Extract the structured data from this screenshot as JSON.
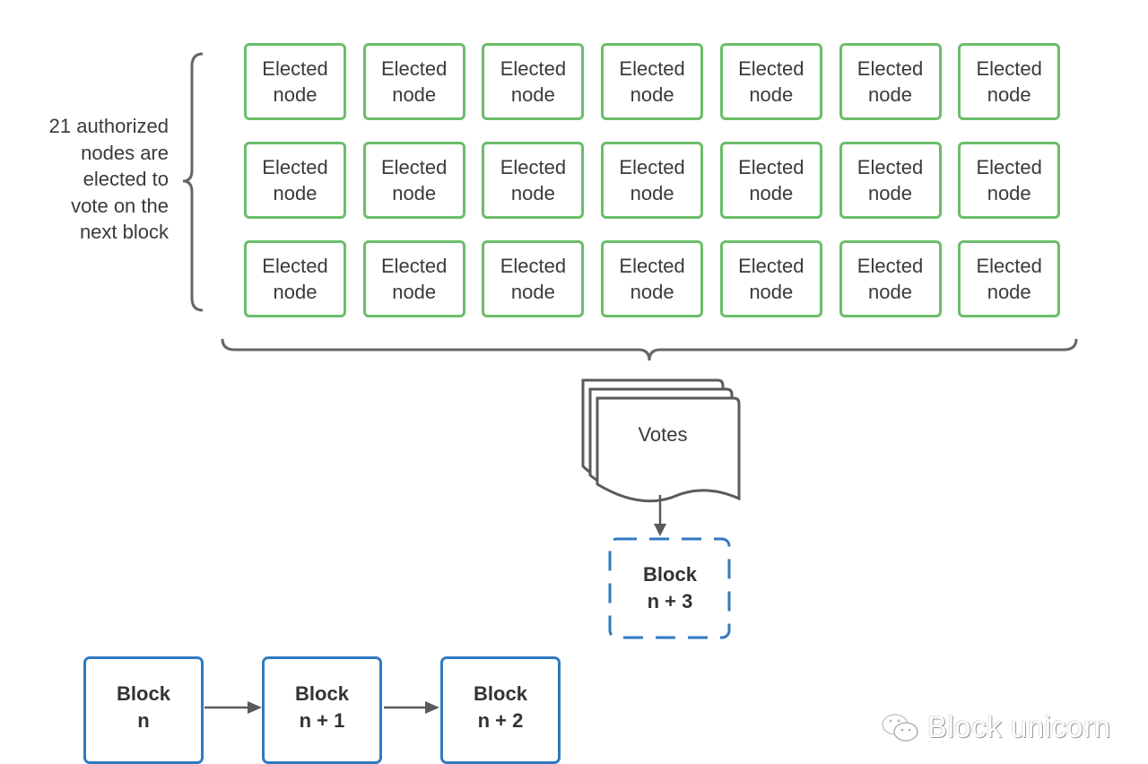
{
  "diagram": {
    "side_label": "21 authorized\nnodes are\nelected to\nvote on the\nnext block",
    "node_grid": {
      "rows": 3,
      "cols": 7,
      "node_label": "Elected\nnode",
      "border_color": "#6cbd6a"
    },
    "votes": {
      "label": "Votes"
    },
    "pending_block": {
      "label": "Block\nn + 3",
      "style": "dashed",
      "color": "#2f7ac0"
    },
    "chain": [
      {
        "label": "Block\nn"
      },
      {
        "label": "Block\nn + 1"
      },
      {
        "label": "Block\nn + 2"
      }
    ],
    "watermark": {
      "text": "Block unicorn",
      "icon": "wechat-icon"
    }
  }
}
